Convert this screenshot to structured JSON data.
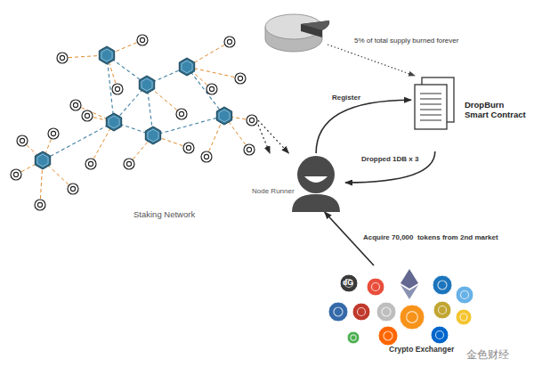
{
  "diagram": {
    "nodes": [
      {
        "text": [
          "Staking Network"
        ]
      },
      {
        "text": [
          "DropBurn Smart Contract"
        ]
      },
      {
        "text": [
          "Node Runner"
        ]
      },
      {
        "text": [
          "Crypto Exchanger"
        ]
      }
    ],
    "edges": [
      {
        "from": 0,
        "to": 2,
        "arrow": "to"
      },
      {
        "from": 0,
        "to": 2,
        "arrow": "to"
      },
      {
        "from": 2,
        "to": 1,
        "label": "Register",
        "arrow": "to"
      },
      {
        "from": 1,
        "to": 2,
        "label": "Dropped 1DB x 3",
        "arrow": "to"
      },
      {
        "from": 3,
        "to": 2,
        "label": "Acquire 70,000  tokens from 2nd market",
        "arrow": "to"
      }
    ],
    "labels": [
      "5% of total supply burned forever",
      "dG",
      "金色财经"
    ]
  }
}
